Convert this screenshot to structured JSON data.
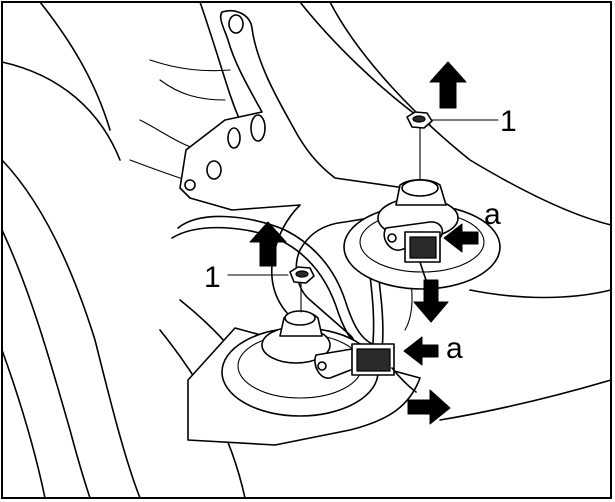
{
  "callouts": {
    "nut_upper": "1",
    "nut_lower": "1",
    "connector_upper": "a",
    "connector_lower": "a"
  },
  "colors": {
    "line": "#000000",
    "background": "#ffffff",
    "connector_fill": "#2a2a2a"
  }
}
